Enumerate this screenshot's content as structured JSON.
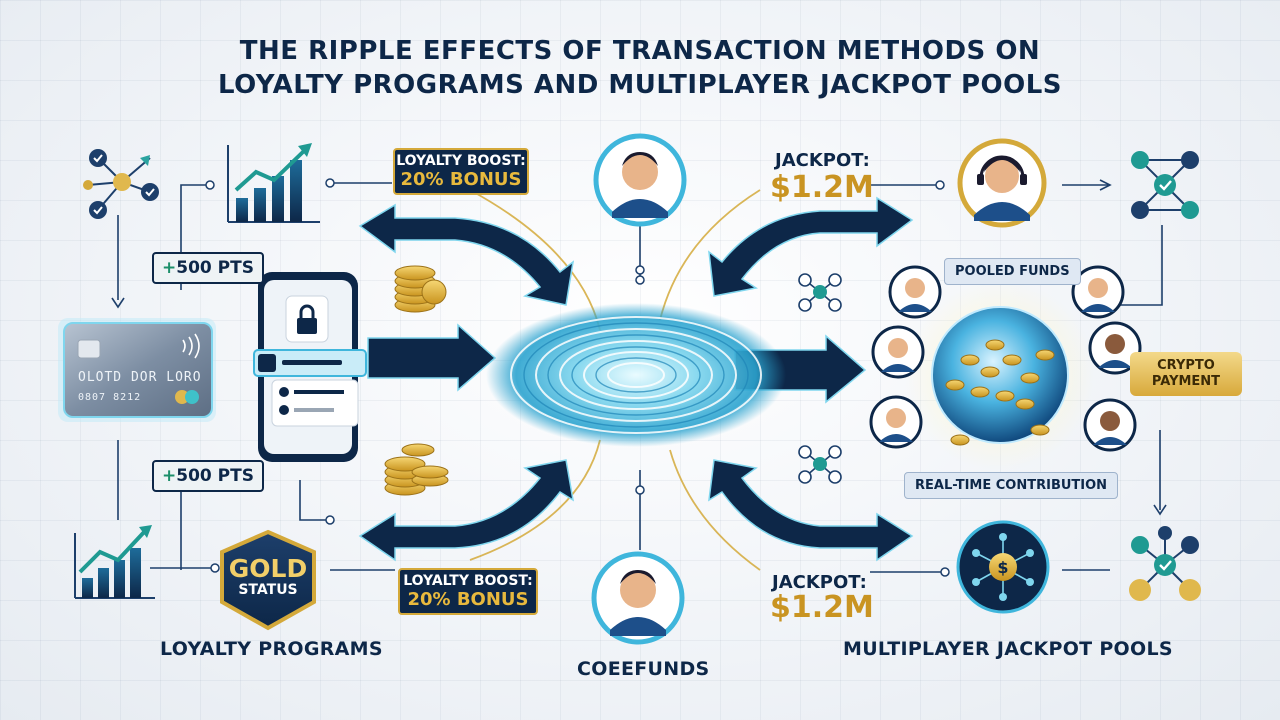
{
  "title": {
    "line1": "THE RIPPLE EFFECTS OF TRANSACTION METHODS ON",
    "line2": "LOYALTY PROGRAMS AND MULTIPLAYER JACKPOT POOLS"
  },
  "loyalty": {
    "points_top": "+500 PTS",
    "points_bottom": "+500 PTS",
    "boost_top": {
      "line1": "LOYALTY BOOST:",
      "line2": "20% BONUS"
    },
    "boost_bottom": {
      "line1": "LOYALTY BOOST:",
      "line2": "20% BONUS"
    },
    "badge": {
      "line1": "GOLD",
      "line2": "STATUS"
    },
    "section_label": "LOYALTY PROGRAMS"
  },
  "card": {
    "number": "OLOTD DOR LORO",
    "expiry": "0807 8212"
  },
  "center": {
    "section_label": "COEEFUNDS"
  },
  "jackpot": {
    "top": {
      "label": "JACKPOT:",
      "value": "$1.2M"
    },
    "bottom": {
      "label": "JACKPOT:",
      "value": "$1.2M"
    },
    "pooled_funds": "POOLED FUNDS",
    "crypto_payment": {
      "line1": "CRYPTO",
      "line2": "PAYMENT"
    },
    "realtime": "REAL-TIME CONTRIBUTION",
    "section_label": "MULTIPLAYER JACKPOT POOLS"
  },
  "colors": {
    "navy": "#0d2748",
    "gold": "#d4a93a",
    "ripple": "#3fb6dc",
    "green": "#1c8f6a"
  }
}
